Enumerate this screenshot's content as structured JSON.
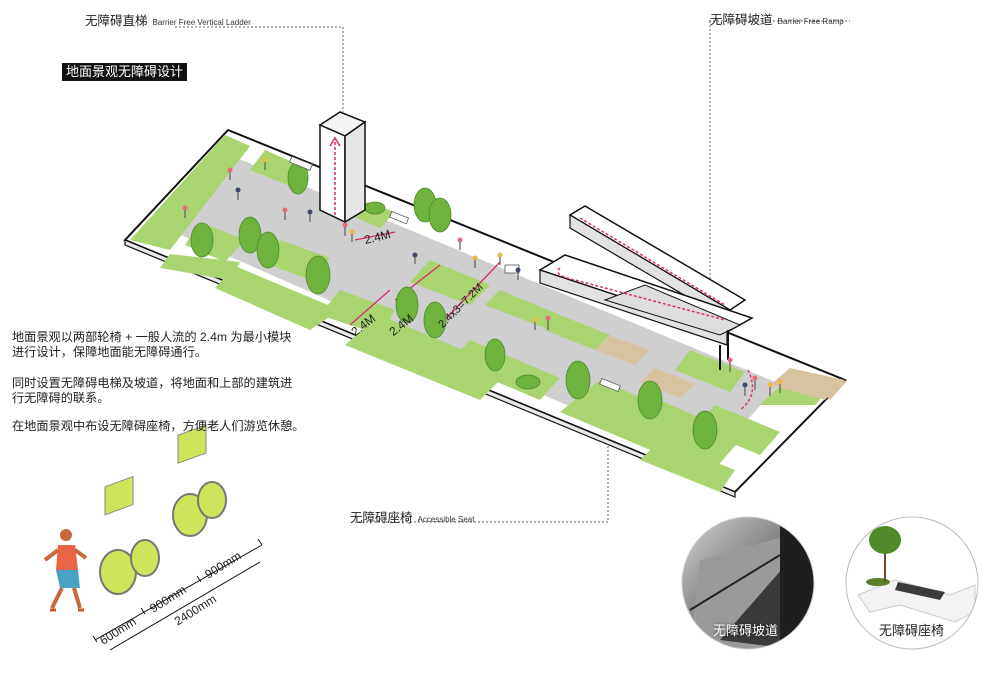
{
  "title": "地面景观无障碍设计",
  "callouts": {
    "ladder": {
      "cn": "无障碍直梯",
      "en": "Barrier Free Vertical Ladder"
    },
    "ramp": {
      "cn": "无障碍坡道",
      "en": "Barrier Free Ramp"
    },
    "seat": {
      "cn": "无障碍座椅",
      "en": "Accessible Seat"
    }
  },
  "plan_dimensions": [
    "2.4M",
    "2.4M",
    "2.4M",
    "2.4x3=7.2M"
  ],
  "description": [
    [
      "地面景观以两部轮椅 + 一般人流的 2.4m 为最小模块",
      "进行设计，保障地面能无障碍通行。"
    ],
    [
      "同时设置无障碍电梯及坡道，将地面和上部的建筑进",
      "行无障碍的联系。"
    ],
    [
      "在地面景观中布设无障碍座椅，方便老人们游览休憩。"
    ]
  ],
  "wheelchair_dimensions": {
    "d1": "600mm",
    "d2": "900mm",
    "d3": "900mm",
    "total": "2400mm"
  },
  "photos": {
    "ramp_label": "无障碍坡道",
    "seat_label": "无障碍座椅"
  },
  "colors": {
    "lawn": "#a9d46f",
    "paving": "#cfcfcf",
    "deck": "#d8c3a0",
    "tree": "#6fb33f",
    "accent": "#e0307a"
  }
}
